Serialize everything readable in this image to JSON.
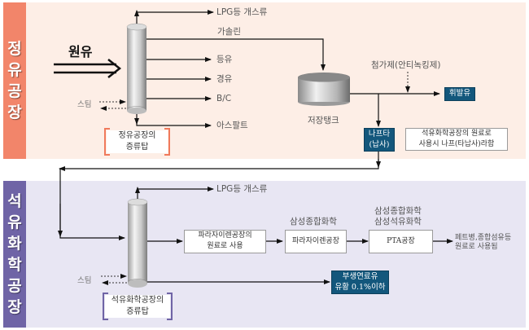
{
  "sections": {
    "refinery": {
      "title_chars": [
        "정",
        "유",
        "공",
        "장"
      ],
      "color": "#f2856a",
      "bg": "#fdeee6"
    },
    "petrochem": {
      "title_chars": [
        "석",
        "유",
        "화",
        "학",
        "공",
        "장"
      ],
      "color": "#6f64a6",
      "bg": "#e8e6f3"
    }
  },
  "refinery": {
    "crude_oil_label": "원유",
    "steam_label": "스팀",
    "column_caption_line1": "정유공장의",
    "column_caption_line2": "증류탑",
    "products": {
      "lpg": "LPG등 개스류",
      "gasoline": "가솔린",
      "kerosene": "등유",
      "diesel": "경유",
      "bunker_c": "B/C",
      "asphalt": "아스팔트"
    },
    "storage_tank_label": "저장탱크",
    "additive_label": "첨가제(안티녹킹제)",
    "volatile_box": "휘발유",
    "naphtha_box_line1": "나프타",
    "naphtha_box_line2": "(납사)",
    "note_line1": "석유화학공장의 원료로",
    "note_line2": "사용시 나프(타납사)라함"
  },
  "petrochem": {
    "lpg_label": "LPG등 개스류",
    "steam_label": "스팀",
    "column_caption_line1": "석유화학공장의",
    "column_caption_line2": "증류탑",
    "px_feed_line1": "파라자이렌공장의",
    "px_feed_line2": "원료로 사용",
    "px_company": "삼성종합화학",
    "px_plant": "파라자이렌공장",
    "pta_company_line1": "삼성종합화학",
    "pta_company_line2": "삼성석유화학",
    "pta_plant": "PTA공장",
    "pta_use_line1": "페트병,종합섬유등",
    "pta_use_line2": "원료로 사용됨",
    "fuel_box_line1": "부생연료유",
    "fuel_box_line2": "유황 0.1%이하"
  }
}
